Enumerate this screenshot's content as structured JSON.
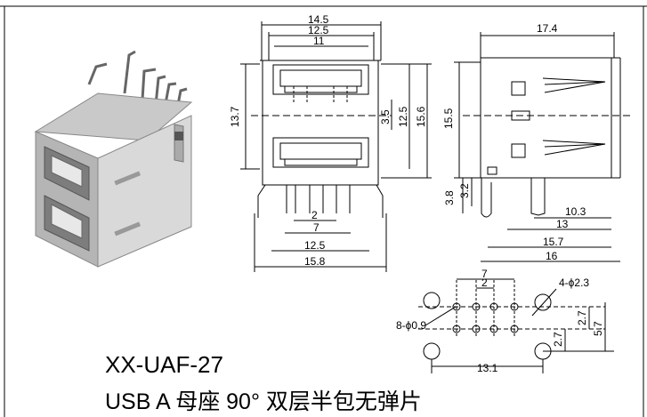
{
  "caption": {
    "model": "XX-UAF-27",
    "description": "USB A 母座 90°  双层半包无弹片"
  },
  "front_view": {
    "dim_top_1": "14.5",
    "dim_top_2": "12.5",
    "dim_top_3": "11",
    "dim_left": "13.7",
    "dim_right_1": "3.5",
    "dim_right_2": "12.5",
    "dim_right_3": "15.6",
    "dim_pin_1": "2",
    "dim_pin_2": "7",
    "dim_bottom_1": "12.5",
    "dim_bottom_2": "15.8"
  },
  "side_view": {
    "dim_top": "17.4",
    "dim_left_1": "15.5",
    "dim_left_2": "3.8",
    "dim_left_3": "3.2",
    "dim_bottom_1": "10.3",
    "dim_bottom_2": "13",
    "dim_bottom_3": "15.7",
    "dim_bottom_4": "16"
  },
  "pcb_layout": {
    "dim_top_1": "7",
    "dim_top_2": "2",
    "hole_large": "4-ϕ2.3",
    "hole_small": "8-ϕ0.9",
    "dim_right_1": "2.7",
    "dim_right_2": "5.7",
    "dim_left": "2.7",
    "dim_bottom": "13.1"
  }
}
